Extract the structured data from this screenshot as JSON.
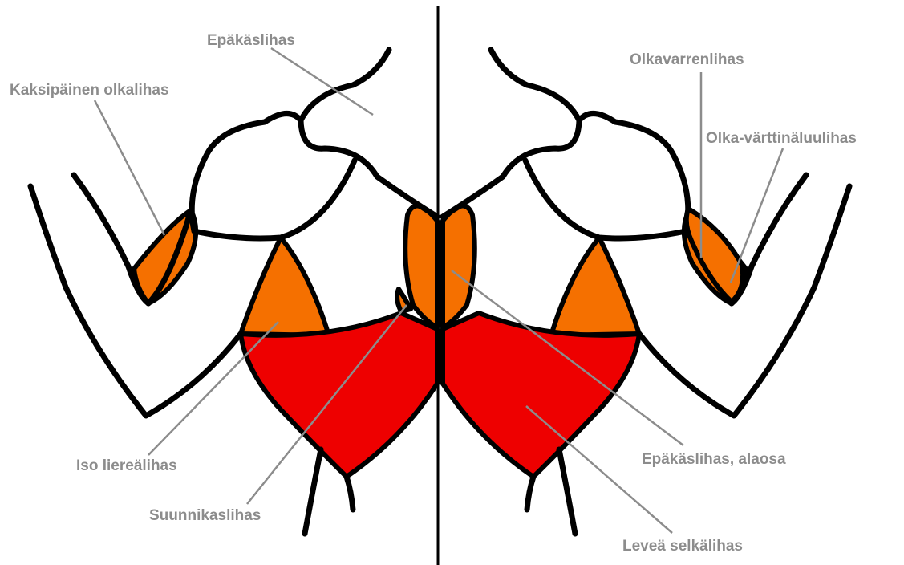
{
  "colors": {
    "muscle_orange": "#f57000",
    "muscle_red": "#ee0000",
    "outline": "#000000",
    "label": "#8c8c8c"
  },
  "labels": {
    "trapezius": "Epäkäslihas",
    "biceps": "Kaksipäinen olkalihas",
    "brachialis": "Olkavarrenlihas",
    "brachioradialis": "Olka-värttinäluulihas",
    "teres_major": "Iso liereälihas",
    "rhomboid": "Suunnikaslihas",
    "lower_trapezius": "Epäkäslihas, alaosa",
    "latissimus": "Leveä selkälihas"
  }
}
